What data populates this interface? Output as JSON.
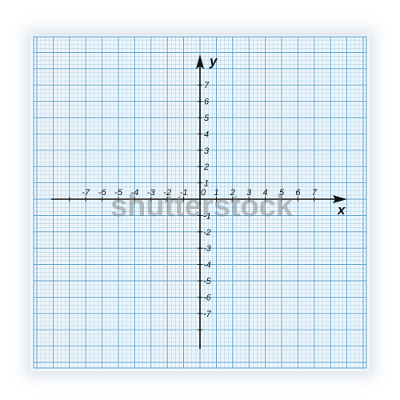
{
  "diagram": {
    "x_axis_label": "x",
    "y_axis_label": "y",
    "x_ticks": [
      "-7",
      "-6",
      "-5",
      "-4",
      "-3",
      "-2",
      "-1",
      "0",
      "1",
      "2",
      "3",
      "4",
      "5",
      "6",
      "7"
    ],
    "y_ticks_positive": [
      "1",
      "2",
      "3",
      "4",
      "5",
      "6",
      "7"
    ],
    "y_ticks_negative": [
      "-1",
      "-2",
      "-3",
      "-4",
      "-5",
      "-6",
      "-7"
    ],
    "watermark": "shutterstock",
    "colors": {
      "paper": "#eef6fb",
      "grid_minor": "#a9cfe6",
      "grid_major": "#5b9ec9",
      "axis": "#111111"
    }
  }
}
